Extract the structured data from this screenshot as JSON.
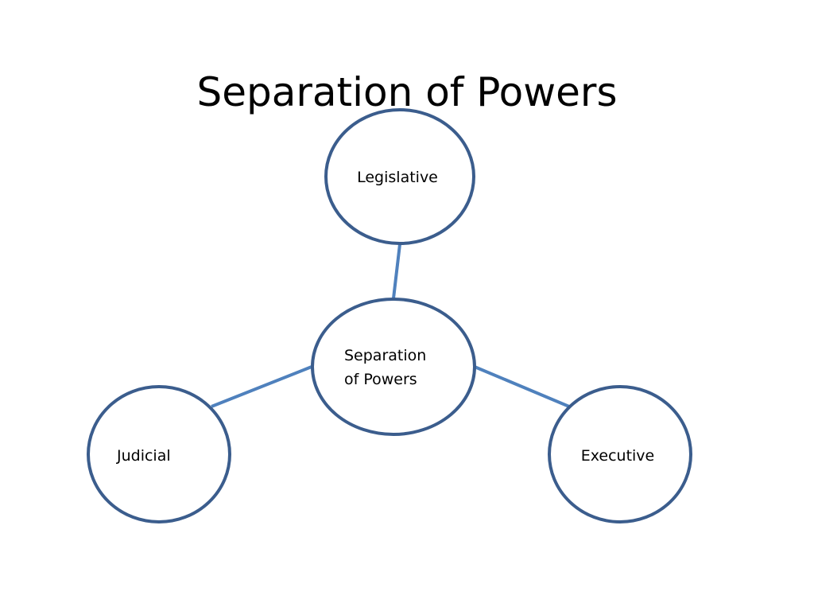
{
  "slide": {
    "title": "Separation of Powers"
  },
  "diagram": {
    "colors": {
      "node_stroke": "#3b5d8d",
      "connector": "#4f81bd",
      "node_fill": "#ffffff"
    },
    "nodes": {
      "center": {
        "label_line1": "Separation",
        "label_line2": "of Powers"
      },
      "top": {
        "label": "Legislative"
      },
      "left": {
        "label": "Judicial"
      },
      "right": {
        "label": "Executive"
      }
    }
  }
}
